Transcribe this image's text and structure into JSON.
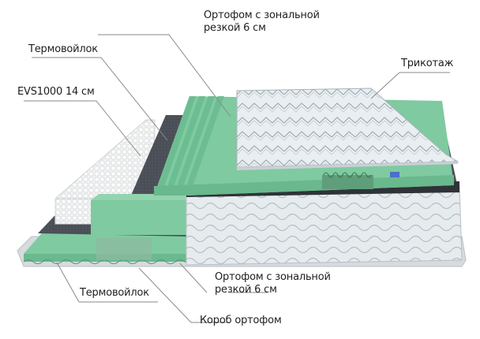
{
  "diagram": {
    "type": "mattress-layer-cutaway",
    "colors": {
      "foam_green": "#7fcaa0",
      "foam_green_dark": "#5fae85",
      "felt_gray": "#4a4f57",
      "knit_white": "#e8ecef",
      "springs_white": "#f4f4f4",
      "leader_line": "#8a8a8a",
      "text": "#1e1e1e"
    },
    "labels": {
      "top_orthofoam_line1": "Ортофом с зональной",
      "top_orthofoam_line2": "резкой 6 см",
      "top_felt": "Термовойлок",
      "springs": "EVS1000 14 см",
      "knit_cover": "Трикотаж",
      "bottom_orthofoam_line1": "Ортофом с зональной",
      "bottom_orthofoam_line2": "резкой 6 см",
      "bottom_felt": "Термовойлок",
      "box_orthofoam": "Короб ортофом"
    }
  }
}
